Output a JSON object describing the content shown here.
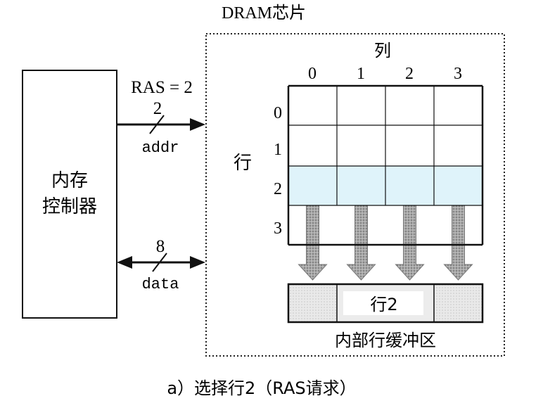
{
  "chip_title": "DRAM芯片",
  "controller": {
    "label_line1": "内存",
    "label_line2": "控制器"
  },
  "addr_bus": {
    "signal": "RAS = 2",
    "width": "2",
    "name": "addr"
  },
  "data_bus": {
    "width": "8",
    "name": "data"
  },
  "array": {
    "col_header": "列",
    "row_header": "行",
    "columns": [
      "0",
      "1",
      "2",
      "3"
    ],
    "rows": [
      "0",
      "1",
      "2",
      "3"
    ],
    "selected_row_index": 2
  },
  "buffer": {
    "cell_label": "行2",
    "label": "内部行缓冲区"
  },
  "caption": "a）选择行2（RAS请求）",
  "colors": {
    "highlight_row": "#dff3fa",
    "buffer_fill": "#e6e6e6",
    "arrow_fill": "#8f8f8f",
    "line": "#111111"
  }
}
